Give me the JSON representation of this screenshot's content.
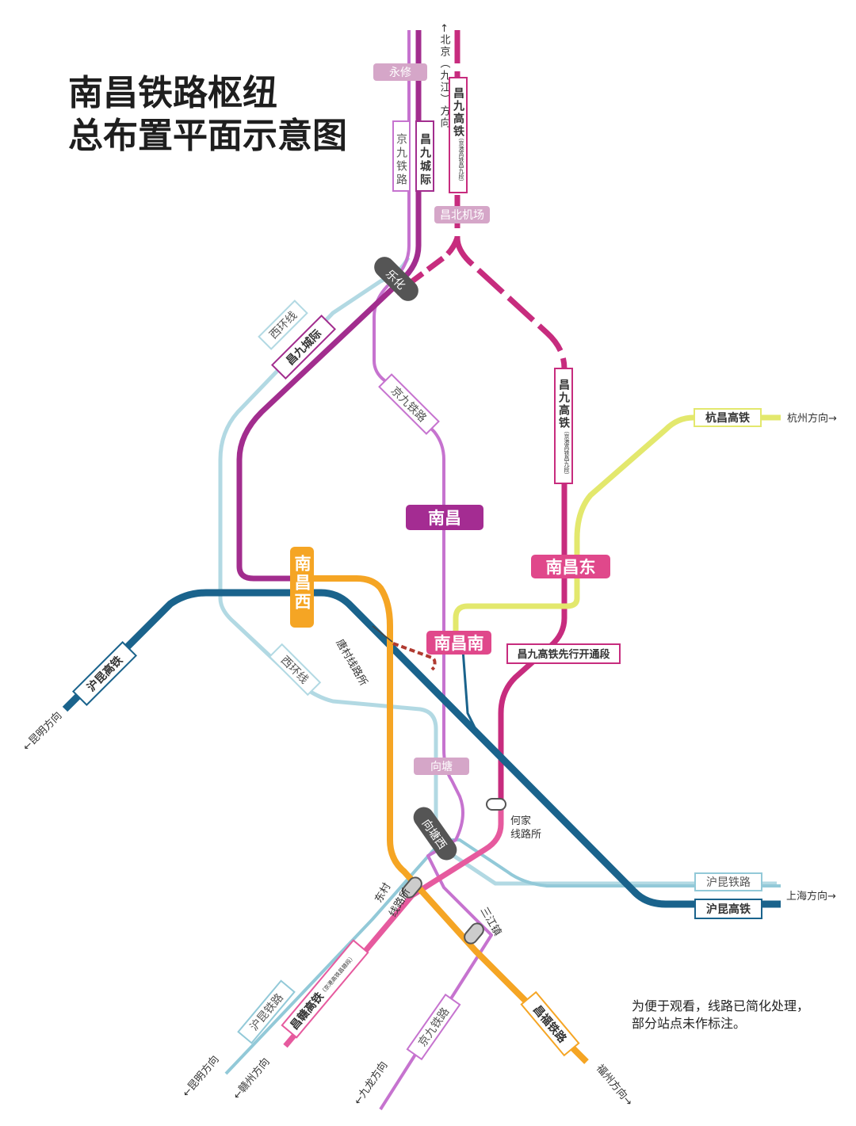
{
  "title": {
    "line1": "南昌铁路枢纽",
    "line2": "总布置平面示意图"
  },
  "note": {
    "line1": "为便于观看，线路已简化处理，",
    "line2": "部分站点未作标注。"
  },
  "colors": {
    "cj_intercity": "#a22d8e",
    "jingjiu": "#c673cf",
    "cj_hsr": "#c72c7e",
    "xihuan": "#b2d9e3",
    "hukun_hsr": "#1a638c",
    "changfu": "#f5a524",
    "hangchang": "#e3e86d",
    "huikun_rail": "#92c9d8",
    "changgan": "#e65a9e",
    "tangcun": "#b03a30",
    "station_nanchang": "#a42c92",
    "station_pink": "#e0488b",
    "station_orange": "#f5a524",
    "station_dark": "#555555",
    "station_minor": "#d5a6c8"
  },
  "directions": {
    "beijing": "←北京（九江）方向",
    "hangzhou": "杭州方向→",
    "shanghai": "上海方向→",
    "kunming_w": "←昆明方向",
    "kunming_sw": "←昆明方向",
    "ganzhou": "←赣州方向",
    "jiulong": "←九龙方向",
    "fuzhou": "福州方向→"
  },
  "line_labels": {
    "jingjiu_top": "京九铁路",
    "cj_intercity_top": "昌九城际",
    "cj_hsr_top": "昌九高铁",
    "cj_hsr_top_sub": "（京港高铁昌九段）",
    "xihuan_top": "西环线",
    "cj_intercity_mid": "昌九城际",
    "jingjiu_mid": "京九铁路",
    "cj_hsr_mid": "昌九高铁",
    "cj_hsr_mid_sub": "（京港高铁昌九段）",
    "hangchang": "杭昌高铁",
    "hukun_hsr_w": "沪昆高铁",
    "xihuan_bottom": "西环线",
    "tangcun": "唐村线路所",
    "cj_advance": "昌九高铁先行开通段",
    "hukun_rail_e": "沪昆铁路",
    "hukun_hsr_e": "沪昆高铁",
    "hukun_rail_sw": "沪昆铁路",
    "changgan": "昌赣高铁",
    "changgan_sub": "（京港高铁昌赣段）",
    "jingjiu_bottom": "京九铁路",
    "changfu": "昌福铁路"
  },
  "stations": {
    "yongxiu": "永修",
    "changbei": "昌北机场",
    "lehua": "乐化",
    "nanchang": "南昌",
    "nanchangdong": "南昌东",
    "nanchangxi": "南昌西",
    "nanchangnan": "南昌南",
    "xiangtang": "向塘",
    "xiangtangxi": "向塘西",
    "hejia": "何家",
    "hejia2": "线路所",
    "dongcun": "东村",
    "dongcun2": "线路所",
    "sanjiang": "三江镇"
  }
}
